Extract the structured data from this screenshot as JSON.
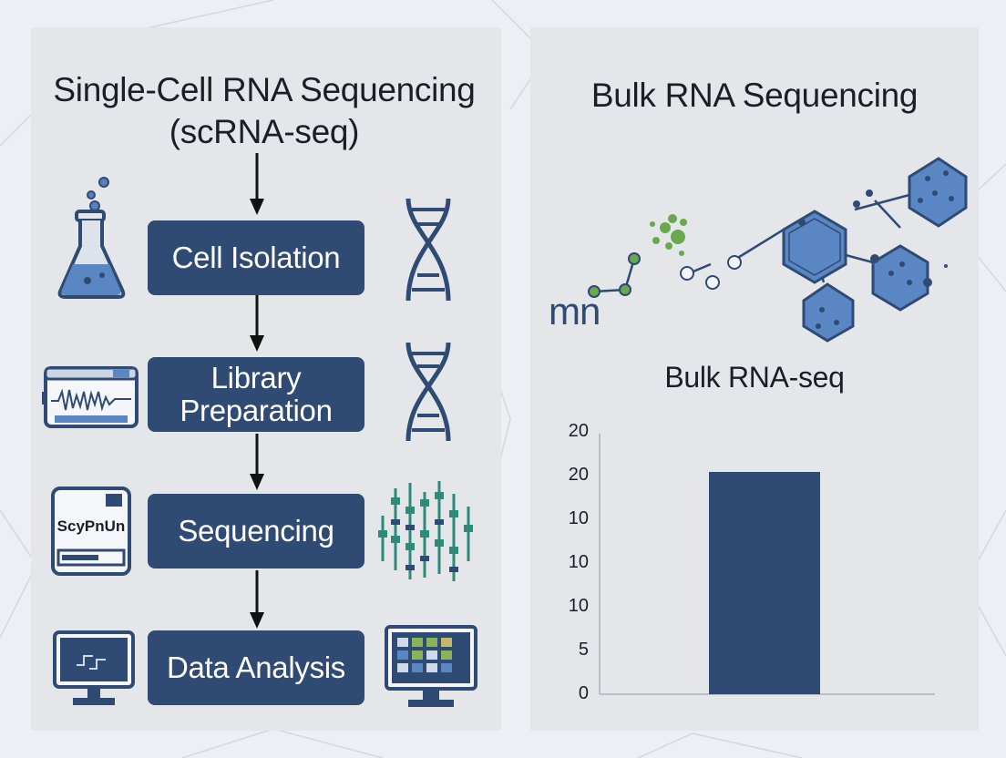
{
  "left": {
    "title_line1": "Single-Cell RNA Sequencing",
    "title_line2": "(scRNA-seq)",
    "steps": [
      "Cell Isolation",
      "Library",
      "Preparation",
      "Sequencing",
      "Data Analysis"
    ],
    "sequencer_label": "ScyPnUn"
  },
  "right": {
    "title": "Bulk RNA Sequencing",
    "molecule_label": "mn"
  },
  "colors": {
    "box": "#2f4b74",
    "panel": "#e4e6ea",
    "accent_green": "#6aa84f",
    "accent_teal": "#2e8b7a"
  },
  "chart_data": {
    "type": "bar",
    "title": "Bulk RNA-seq",
    "categories": [
      ""
    ],
    "values": [
      20.5
    ],
    "y_tick_labels": [
      "0",
      "5",
      "10",
      "10",
      "10",
      "20",
      "20"
    ],
    "xlabel": "",
    "ylabel": "",
    "grid": false,
    "bar_color": "#2f4b74"
  }
}
